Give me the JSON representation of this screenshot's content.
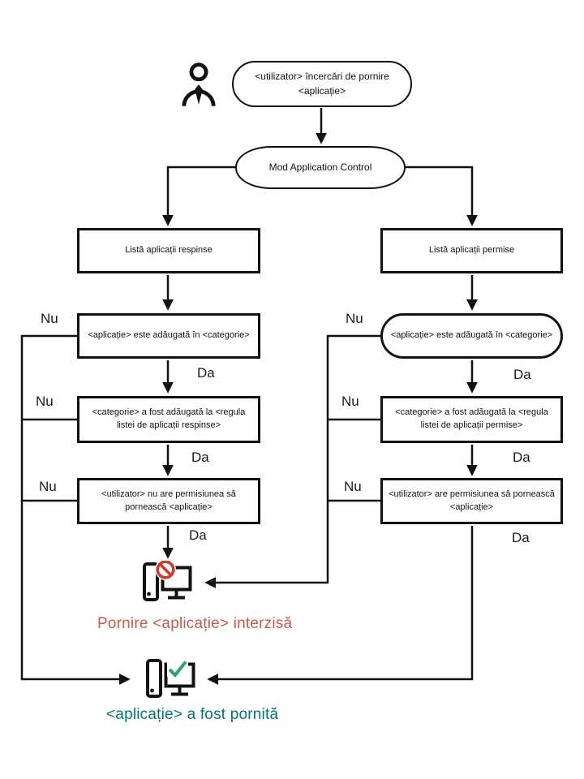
{
  "flow": {
    "start": {
      "line1": "<utilizator> încercări de pornire",
      "line2": "<aplicație>"
    },
    "mode": "Mod Application Control",
    "left_branch": {
      "title": "Listă aplicații respinse",
      "steps": [
        "<aplicație>  este adăugată în  <categorie>",
        "<categorie> a fost adăugată la <regula listei de aplicații respinse>",
        "<utilizator> nu are permisiunea să pornească <aplicație>"
      ]
    },
    "right_branch": {
      "title": "Listă aplicații permise",
      "steps": [
        "<aplicație>  este adăugată în  <categorie>",
        "<categorie> a fost adăugată la <regula listei de aplicații permise>",
        "<utilizator> are permisiunea să pornească <aplicație>"
      ]
    },
    "labels": {
      "no": "Nu",
      "yes": "Da"
    },
    "outcomes": {
      "denied": "Pornire <aplicație> interzisă",
      "started": "<aplicație> a fost pornită"
    },
    "colors": {
      "denied_text": "#c9584e",
      "started_text": "#00796b",
      "prohibit_sign": "#d23a2e",
      "check_mark": "#2ba575",
      "line": "#121212"
    },
    "icons": [
      "user-icon",
      "blocked-computer-icon",
      "started-computer-icon"
    ]
  }
}
